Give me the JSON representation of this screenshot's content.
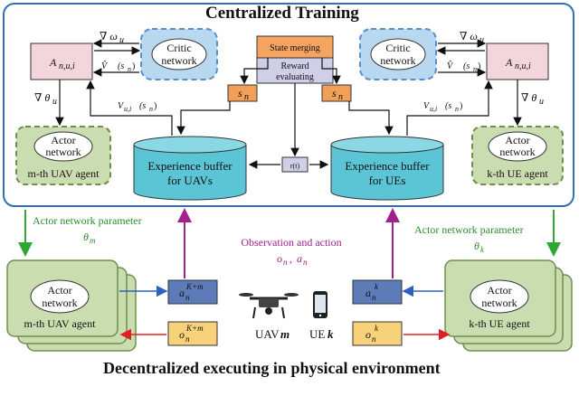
{
  "titles": {
    "top": "Centralized Training",
    "bottom": "Decentralized executing in physical environment"
  },
  "central": {
    "a_left": "A",
    "a_left_sub": "n,u,i",
    "a_right": "A",
    "a_right_sub": "n,u,i",
    "critic_left": [
      "Critic",
      "network"
    ],
    "critic_right": [
      "Critic",
      "network"
    ],
    "state_merging": "State merging",
    "reward_evaluating": [
      "Reward",
      "evaluating"
    ],
    "s_n": "s",
    "s_n_sub": "n",
    "grad_omega": "∇ ω",
    "grad_omega_sub": "u",
    "grad_theta": "∇ θ",
    "grad_theta_sub": "u",
    "v_hat": "V̂",
    "v_hat_arg": "(s",
    "v": "V",
    "v_sub": "u,i",
    "v_arg": "(s",
    "actor_left": [
      "Actor",
      "network",
      "m-th UAV agent"
    ],
    "actor_right": [
      "Actor",
      "network",
      "k-th UE agent"
    ],
    "buffer_left": [
      "Experience buffer",
      "for UAVs"
    ],
    "buffer_right": [
      "Experience buffer",
      "for UEs"
    ],
    "r_label": "r(t)"
  },
  "middle": {
    "param_left": "Actor network parameter",
    "param_left_sym": "θ",
    "param_left_sub": "m",
    "param_right": "Actor network parameter",
    "param_right_sym": "θ",
    "param_right_sub": "k",
    "obs_action": "Observation and action",
    "obs_action_sym": "o",
    "obs_action_sym2": "a",
    "obs_action_sub": "n"
  },
  "bottom": {
    "agent_left": [
      "Actor",
      "network",
      "m-th UAV agent"
    ],
    "agent_right": [
      "Actor",
      "network",
      "k-th UE agent"
    ],
    "a_left": "a",
    "a_left_sub": "n",
    "a_left_sup": "K+m",
    "o_left": "o",
    "o_left_sub": "n",
    "o_left_sup": "K+m",
    "a_right": "a",
    "a_right_sub": "n",
    "a_right_sup": "k",
    "o_right": "o",
    "o_right_sub": "n",
    "o_right_sup": "k",
    "uav_label": "UAV",
    "uav_sym": "m",
    "ue_label": "UE",
    "ue_sym": "k"
  },
  "colors": {
    "frame": "#2f6fb6",
    "agent_fill": "#c9ddb0",
    "agent_stroke": "#6e8f4a",
    "critic_fill": "#b8d8f0",
    "critic_stroke": "#5b8ec9",
    "buffer_fill": "#5bc5d6",
    "a_box": "#f3d6dc",
    "orange": "#f4a460",
    "s_box": "#f2a057",
    "reward_box": "#cfcfe8",
    "action_box": "#5c7bb8",
    "obs_box": "#f7d27a",
    "green_arrow": "#2fa82f",
    "magenta_arrow": "#a0208c",
    "red_arrow": "#e02020",
    "blue_arrow": "#3060c0"
  }
}
